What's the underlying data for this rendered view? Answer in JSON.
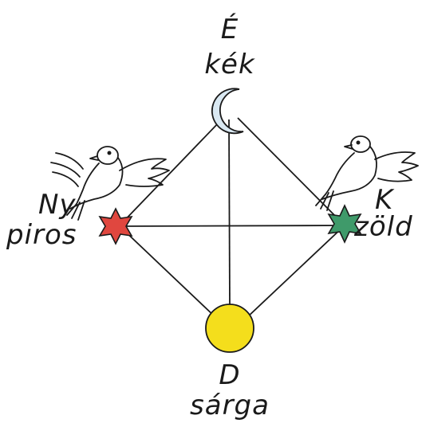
{
  "directions": {
    "north": {
      "letter": "É",
      "color_name": "kék",
      "symbol": "crescent-moon",
      "fill": "#d9e8f2"
    },
    "west": {
      "letter": "Ny",
      "color_name": "piros",
      "symbol": "six-point-star",
      "fill": "#e0473f"
    },
    "east": {
      "letter": "K",
      "color_name": "zöld",
      "symbol": "six-point-star",
      "fill": "#3f9a6a"
    },
    "south": {
      "letter": "D",
      "color_name": "sárga",
      "symbol": "sun-disc",
      "fill": "#f4de1c"
    }
  },
  "decorations": {
    "left_bird": "bird-icon",
    "right_bird": "bird-icon"
  },
  "colors": {
    "ink": "#1a1a1a",
    "background": "#ffffff"
  }
}
